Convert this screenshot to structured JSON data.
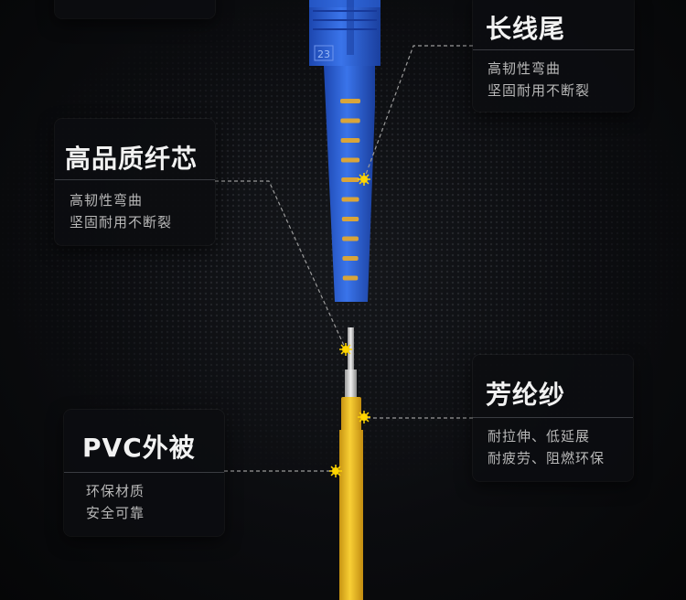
{
  "cards": {
    "tail": {
      "title": "长线尾",
      "line1": "高韧性弯曲",
      "line2": "坚固耐用不断裂"
    },
    "fiber": {
      "title": "高品质纤芯",
      "line1": "高韧性弯曲",
      "line2": "坚固耐用不断裂"
    },
    "aramid": {
      "title": "芳纶纱",
      "line1": "耐拉伸、低延展",
      "line2": "耐疲劳、阻燃环保"
    },
    "pvc": {
      "title": "PVC外被",
      "line1": "环保材质",
      "line2": "安全可靠"
    }
  },
  "connector": {
    "number": "23"
  },
  "colors": {
    "connector_blue": "#2f64d8",
    "cable_yellow": "#f2c225",
    "marker": "#ffd500"
  }
}
